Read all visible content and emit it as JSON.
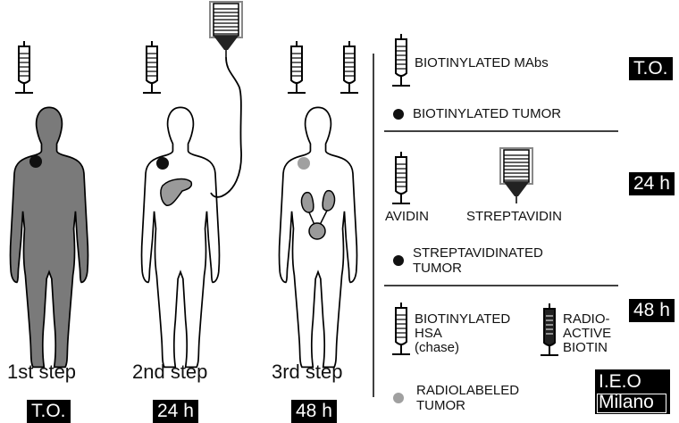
{
  "steps": [
    {
      "label": "1st step",
      "badge": "T.O."
    },
    {
      "label": "2nd step",
      "badge": "24 h"
    },
    {
      "label": "3rd step",
      "badge": "48 h"
    }
  ],
  "legend": {
    "section1": {
      "item1": "BIOTINYLATED MAbs",
      "item2": "BIOTINYLATED TUMOR",
      "badge": "T.O."
    },
    "section2": {
      "item1": "AVIDIN",
      "item2": "STREPTAVIDIN",
      "item3_line1": "STREPTAVIDINATED",
      "item3_line2": "TUMOR",
      "badge": "24 h"
    },
    "section3": {
      "item1_line1": "BIOTINYLATED",
      "item1_line2": "HSA",
      "item1_line3": "(chase)",
      "item2_line1": "RADIO-",
      "item2_line2": "ACTIVE",
      "item2_line3": "BIOTIN",
      "item3_line1": "RADIOLABELED",
      "item3_line2": "TUMOR",
      "badge": "48 h"
    }
  },
  "logo": {
    "line1": "I.E.O",
    "line2": "Milano"
  },
  "colors": {
    "body_fill": "#7a7a7a",
    "tumor_black": "#111111",
    "tumor_grey": "#a0a0a0",
    "organ_grey": "#9a9a9a"
  }
}
